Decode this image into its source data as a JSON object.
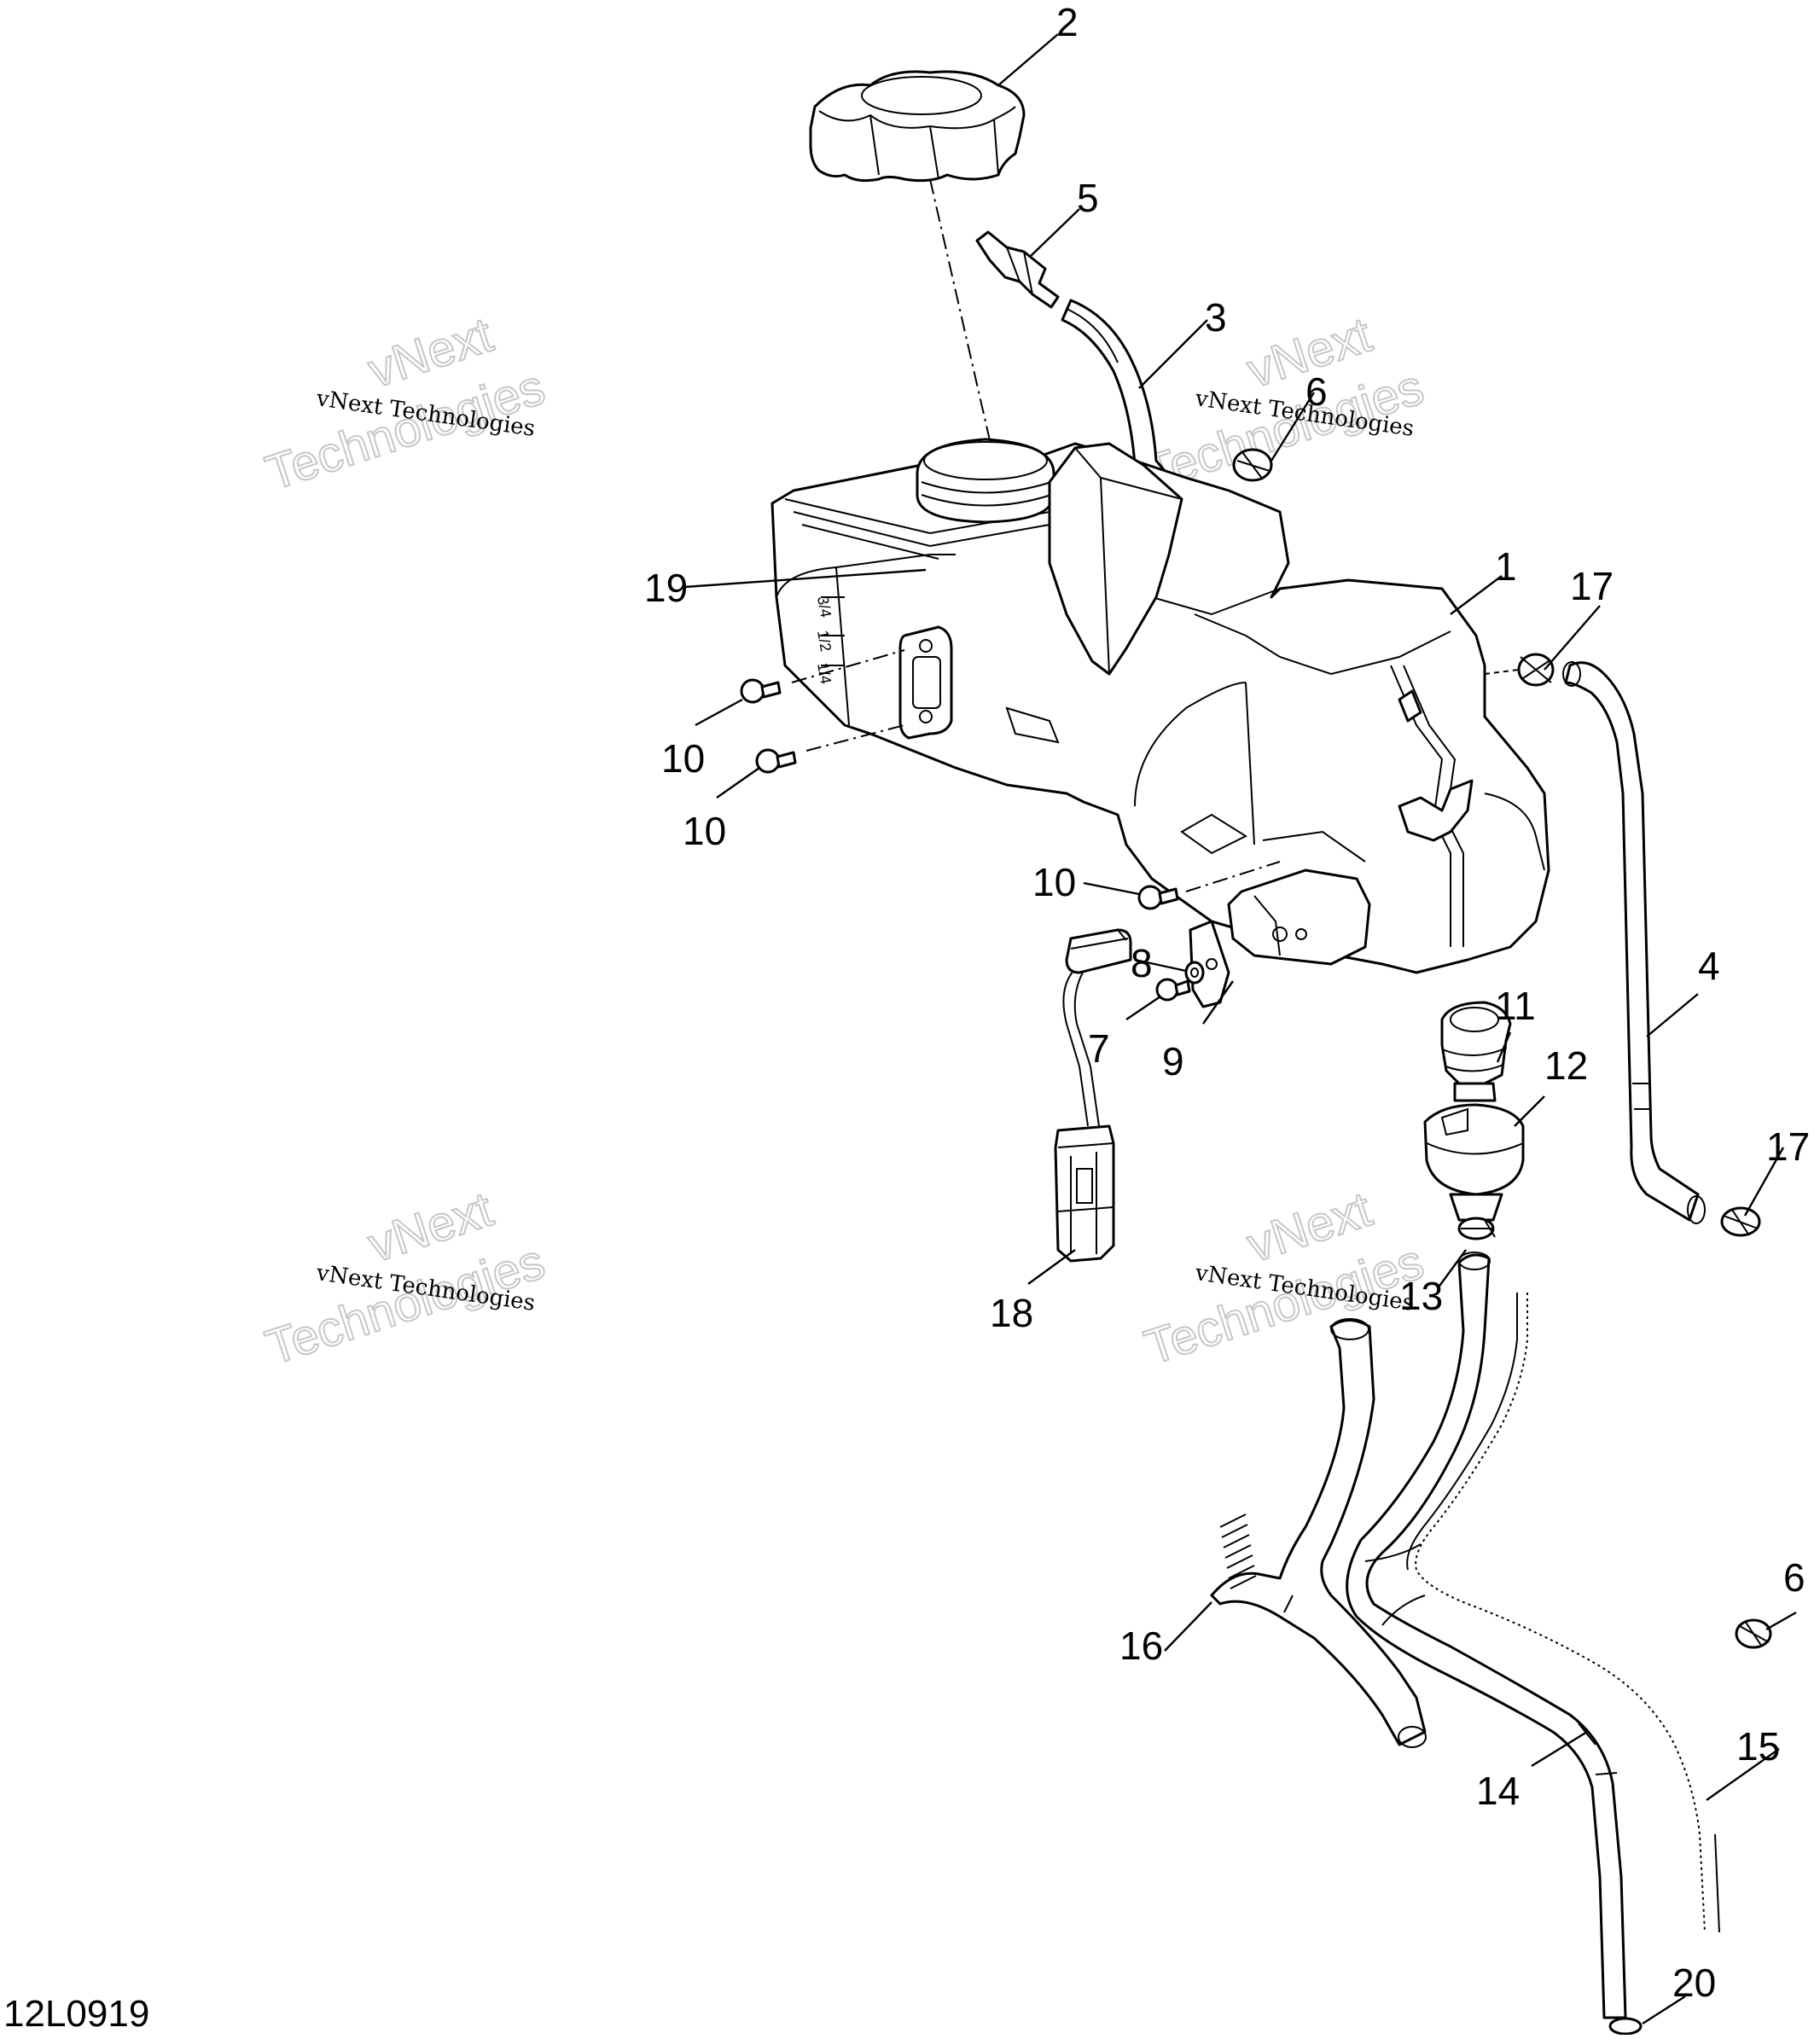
{
  "diagram": {
    "reference_code": "12L0919",
    "watermark": {
      "line_small": "vNext Technologies",
      "line_big_1": "vNext",
      "line_big_2": "Technologies"
    },
    "callouts": [
      "1",
      "2",
      "3",
      "4",
      "5",
      "6",
      "6",
      "7",
      "8",
      "9",
      "10",
      "10",
      "10",
      "11",
      "12",
      "13",
      "14",
      "15",
      "16",
      "17",
      "17",
      "18",
      "19",
      "20"
    ]
  }
}
